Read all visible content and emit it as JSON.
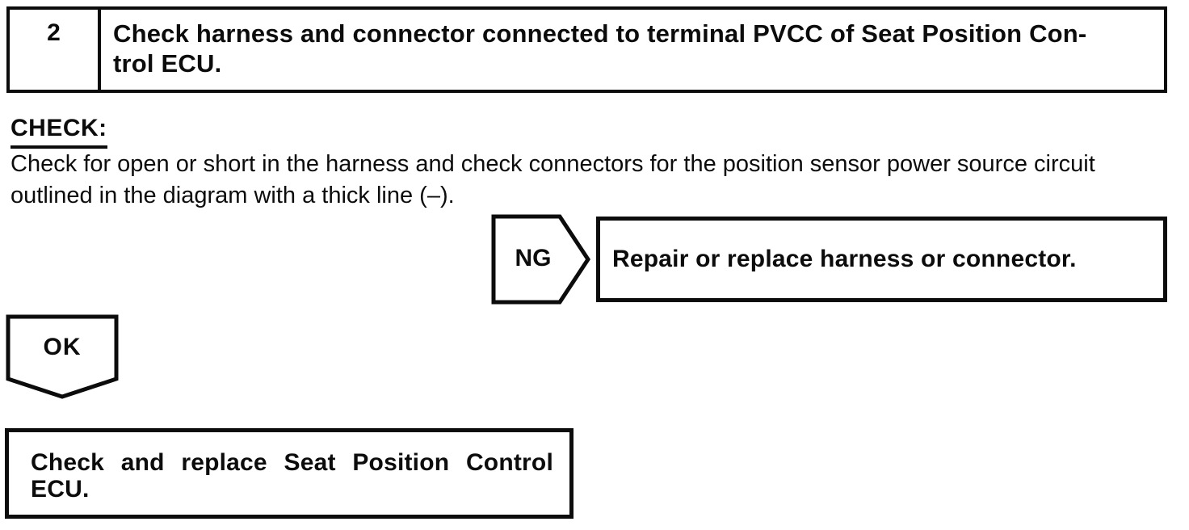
{
  "page": {
    "background": "#ffffff",
    "ink_color": "#0c0c0c"
  },
  "step_header": {
    "number": "2",
    "title_line1": "Check harness and connector connected to terminal PVCC of Seat Position Con-",
    "title_line2": "trol ECU."
  },
  "check_section": {
    "heading": "CHECK:",
    "body_line1": "Check for open or short in the harness and check connectors for the position sensor power source circuit",
    "body_line2": "outlined in the diagram with a thick line (–)."
  },
  "ng_branch": {
    "label": "NG",
    "action": "Repair or replace harness or connector."
  },
  "ok_branch": {
    "label": "OK"
  },
  "result": {
    "action_line1": "Check and replace Seat Position Control",
    "action_line2": "ECU."
  }
}
